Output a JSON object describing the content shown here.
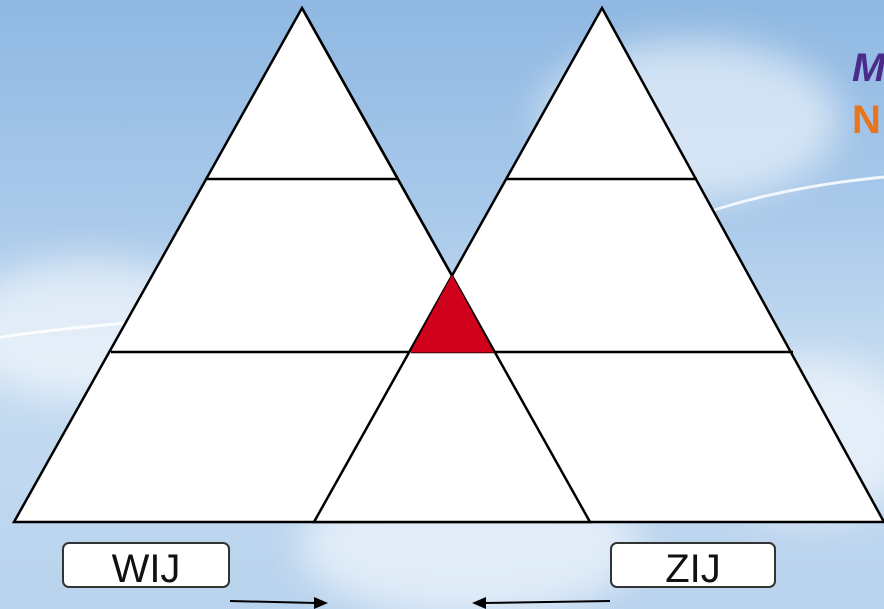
{
  "labels": {
    "left": "WIJ",
    "right": "ZIJ"
  },
  "logo": {
    "line1": "M",
    "line2": "N"
  },
  "colors": {
    "overlap_triangle": "#d0021b",
    "pyramid_fill": "#ffffff",
    "pyramid_stroke": "#000000",
    "logo_purple": "#4a2a8a",
    "logo_orange": "#e8741c"
  },
  "pyramids": [
    {
      "name": "left-pyramid",
      "layers": 3
    },
    {
      "name": "right-pyramid",
      "layers": 3
    }
  ]
}
